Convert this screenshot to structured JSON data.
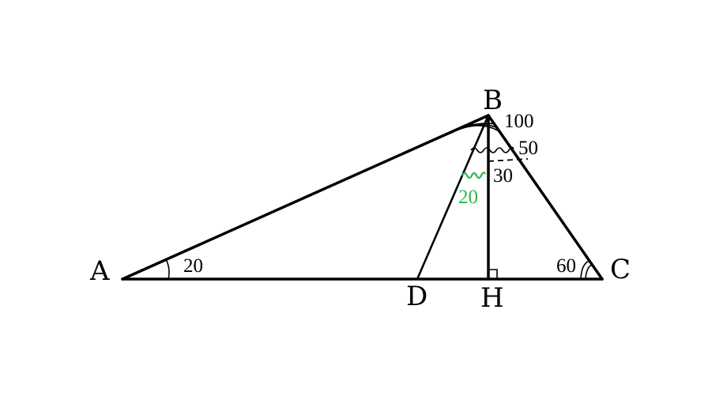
{
  "points": {
    "A": "A",
    "B": "B",
    "C": "C",
    "D": "D",
    "H": "H"
  },
  "angles": {
    "at_A": "20",
    "at_C": "60",
    "ABC": "100",
    "ABH_side": "50",
    "HBC": "30",
    "DBH": "20"
  },
  "colors": {
    "lines": "#000000",
    "highlight": "#2db84a"
  }
}
